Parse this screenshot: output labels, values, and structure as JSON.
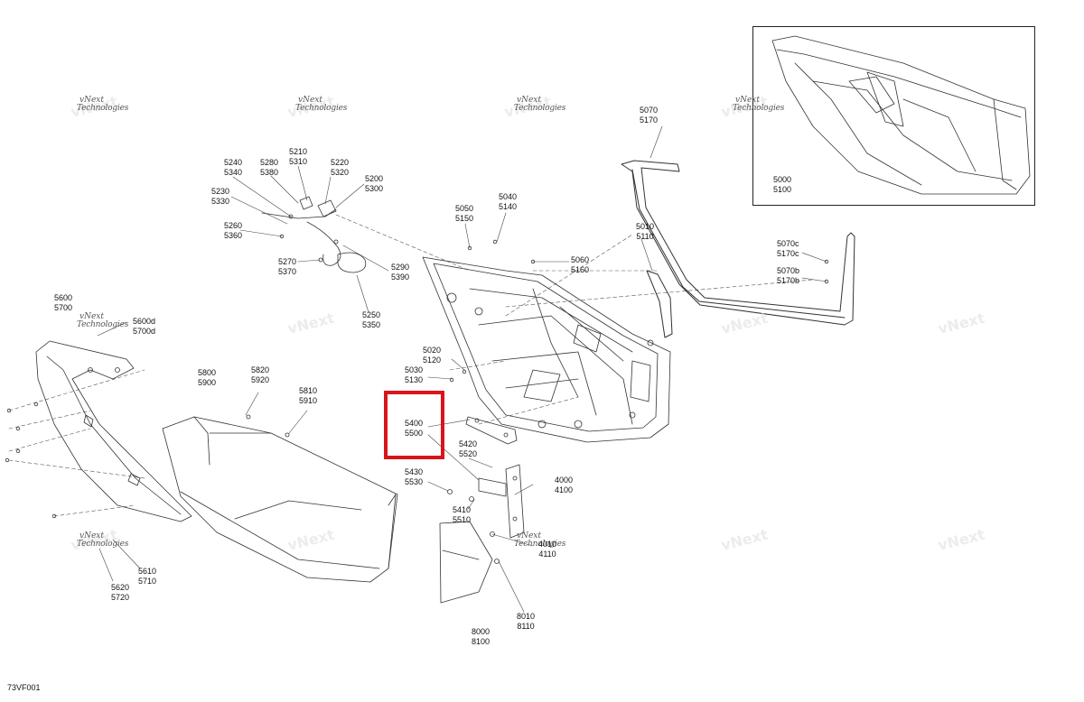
{
  "watermark": {
    "line1": "vNext",
    "line2": "Technologies"
  },
  "figure_code": "73VF001",
  "callouts": [
    {
      "id": "5000",
      "lines": [
        "5000",
        "5100"
      ]
    },
    {
      "id": "5070",
      "lines": [
        "5070",
        "5170"
      ]
    },
    {
      "id": "5210",
      "lines": [
        "5210",
        "5310"
      ]
    },
    {
      "id": "5240",
      "lines": [
        "5240",
        "5340"
      ]
    },
    {
      "id": "5280",
      "lines": [
        "5280",
        "5380"
      ]
    },
    {
      "id": "5220",
      "lines": [
        "5220",
        "5320"
      ]
    },
    {
      "id": "5200",
      "lines": [
        "5200",
        "5300"
      ]
    },
    {
      "id": "5230",
      "lines": [
        "5230",
        "5330"
      ]
    },
    {
      "id": "5260",
      "lines": [
        "5260",
        "5360"
      ]
    },
    {
      "id": "5270",
      "lines": [
        "5270",
        "5370"
      ]
    },
    {
      "id": "5290",
      "lines": [
        "5290",
        "5390"
      ]
    },
    {
      "id": "5250",
      "lines": [
        "5250",
        "5350"
      ]
    },
    {
      "id": "5050",
      "lines": [
        "5050",
        "5150"
      ]
    },
    {
      "id": "5040",
      "lines": [
        "5040",
        "5140"
      ]
    },
    {
      "id": "5060",
      "lines": [
        "5060",
        "5160"
      ]
    },
    {
      "id": "5010",
      "lines": [
        "5010",
        "5110"
      ]
    },
    {
      "id": "5070c",
      "lines": [
        "5070c",
        "5170c"
      ]
    },
    {
      "id": "5070b",
      "lines": [
        "5070b",
        "5170b"
      ]
    },
    {
      "id": "5600",
      "lines": [
        "5600",
        "5700"
      ]
    },
    {
      "id": "5600d",
      "lines": [
        "5600d",
        "5700d"
      ]
    },
    {
      "id": "5020",
      "lines": [
        "5020",
        "5120"
      ]
    },
    {
      "id": "5030",
      "lines": [
        "5030",
        "5130"
      ]
    },
    {
      "id": "5800",
      "lines": [
        "5800",
        "5900"
      ]
    },
    {
      "id": "5820",
      "lines": [
        "5820",
        "5920"
      ]
    },
    {
      "id": "5810",
      "lines": [
        "5810",
        "5910"
      ]
    },
    {
      "id": "5400",
      "lines": [
        "5400",
        "5500"
      ]
    },
    {
      "id": "5420",
      "lines": [
        "5420",
        "5520"
      ]
    },
    {
      "id": "5430",
      "lines": [
        "5430",
        "5530"
      ]
    },
    {
      "id": "4000",
      "lines": [
        "4000",
        "4100"
      ]
    },
    {
      "id": "5410",
      "lines": [
        "5410",
        "5510"
      ]
    },
    {
      "id": "4010",
      "lines": [
        "4010",
        "4110"
      ]
    },
    {
      "id": "8010",
      "lines": [
        "8010",
        "8110"
      ]
    },
    {
      "id": "8000",
      "lines": [
        "8000",
        "8100"
      ]
    },
    {
      "id": "5610",
      "lines": [
        "5610",
        "5710"
      ]
    },
    {
      "id": "5620",
      "lines": [
        "5620",
        "5720"
      ]
    }
  ]
}
